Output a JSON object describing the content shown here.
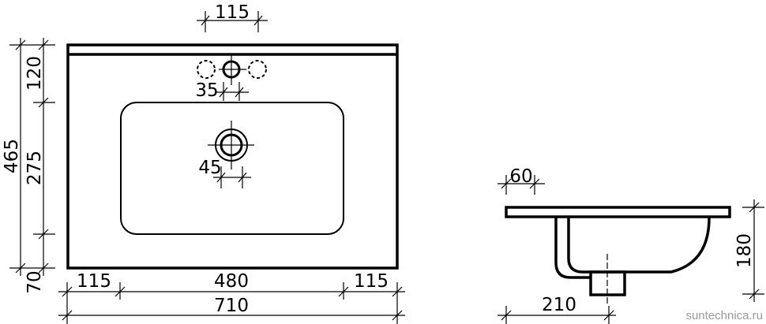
{
  "top_view": {
    "tap_spacing": "115",
    "total_depth": "465",
    "front_to_basin": "120",
    "basin_depth": "275",
    "back_margin": "70",
    "tap_hole": "35",
    "drain_hole": "45",
    "left_margin": "115",
    "basin_width": "480",
    "right_margin": "115",
    "total_width": "710"
  },
  "side_view": {
    "rim_overhang": "60",
    "drain_offset": "210",
    "bowl_height": "180"
  },
  "watermark": "suntechnica.ru"
}
